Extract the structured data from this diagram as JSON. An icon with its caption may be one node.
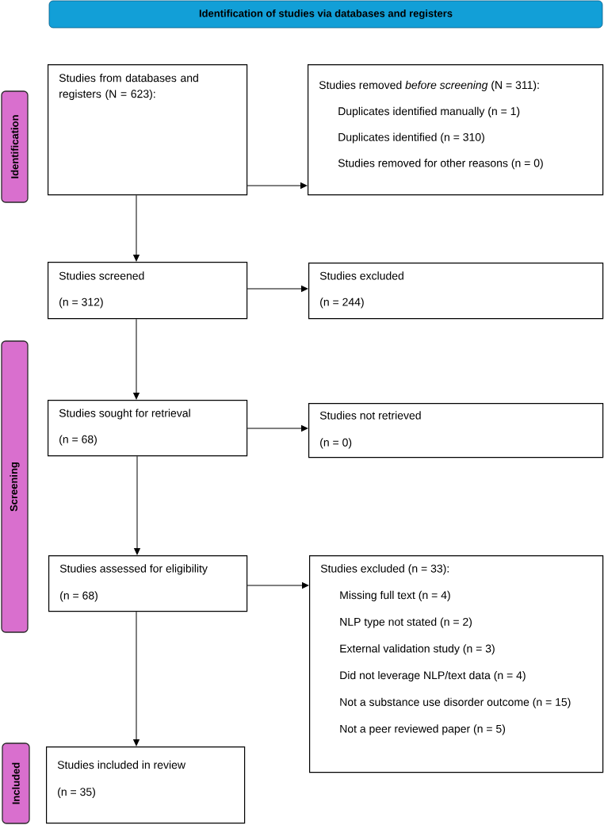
{
  "diagram": {
    "nodes": [
      {
        "text": [
          "Identification of studies via databases and registers"
        ]
      },
      {
        "text": [
          "Identification"
        ]
      },
      {
        "text": [
          "Studies from databases and registers (N = 623):"
        ]
      },
      {
        "text": [
          "Studies removed *before screening* (N = 311):",
          "Duplicates identified manually (n = 1)",
          "Duplicates identified (n = 310)",
          "Studies removed for other reasons (n = 0)"
        ]
      },
      {
        "text": [
          "Screening"
        ]
      },
      {
        "text": [
          "Studies screened",
          "(n = 312)"
        ]
      },
      {
        "text": [
          "Studies excluded",
          "(n = 244)"
        ]
      },
      {
        "text": [
          "Studies sought for retrieval",
          "(n = 68)"
        ]
      },
      {
        "text": [
          "Studies not retrieved",
          "(n = 0)"
        ]
      },
      {
        "text": [
          "Studies assessed for eligibility",
          "(n = 68)"
        ]
      },
      {
        "text": [
          "Studies excluded (n = 33):",
          "Missing full text (n = 4)",
          "NLP type not stated (n = 2)",
          "External validation study (n = 3)",
          "Did not leverage NLP/text data (n = 4)",
          "Not a substance use disorder outcome (n = 15)",
          "Not a peer reviewed paper (n = 5)"
        ]
      },
      {
        "text": [
          "Included"
        ]
      },
      {
        "text": [
          "Studies included in review",
          "(n = 35)"
        ]
      }
    ],
    "edges": [
      {
        "from": 2,
        "to": 3,
        "arrow": "to"
      },
      {
        "from": 2,
        "to": 5,
        "arrow": "to"
      },
      {
        "from": 5,
        "to": 6,
        "arrow": "to"
      },
      {
        "from": 5,
        "to": 7,
        "arrow": "to"
      },
      {
        "from": 7,
        "to": 8,
        "arrow": "to"
      },
      {
        "from": 7,
        "to": 9,
        "arrow": "to"
      },
      {
        "from": 9,
        "to": 10,
        "arrow": "to"
      },
      {
        "from": 9,
        "to": 12,
        "arrow": "to"
      }
    ]
  }
}
